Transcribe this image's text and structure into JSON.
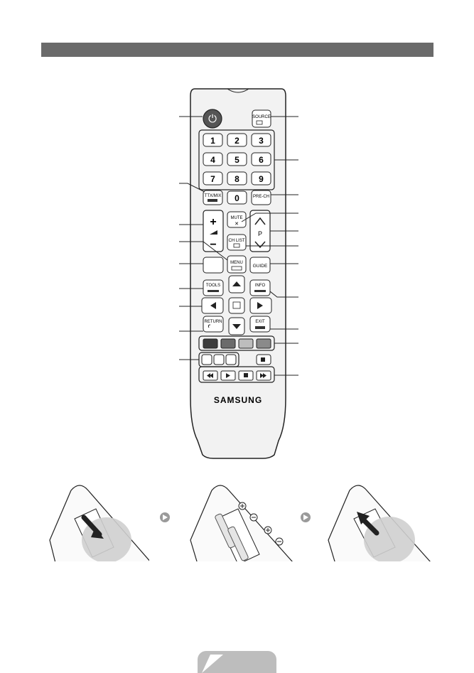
{
  "remote": {
    "power_symbol": "⏻",
    "source_label": "SOURCE",
    "digits": [
      "1",
      "2",
      "3",
      "4",
      "5",
      "6",
      "7",
      "8",
      "9",
      "0"
    ],
    "ttx_label": "TTX/MIX",
    "prech_label": "PRE-CH",
    "mute_label": "MUTE",
    "ch_list_label": "CH LIST",
    "menu_label": "MENU",
    "guide_label": "GUIDE",
    "tools_label": "TOOLS",
    "info_label": "INFO",
    "return_label": "RETURN",
    "exit_label": "EXIT",
    "p_label": "P",
    "brand": "SAMSUNG"
  },
  "colors": {
    "header": "#6a6a6a",
    "remote_body": "#f2f2f2",
    "power_button": "#555555",
    "color_buttons": [
      "#3d3d3d",
      "#6b6b6b",
      "#bdbdbd",
      "#8a8a8a"
    ],
    "arrow_icon": "#9a9a9a",
    "battery_hand": "#c8c8c8"
  }
}
